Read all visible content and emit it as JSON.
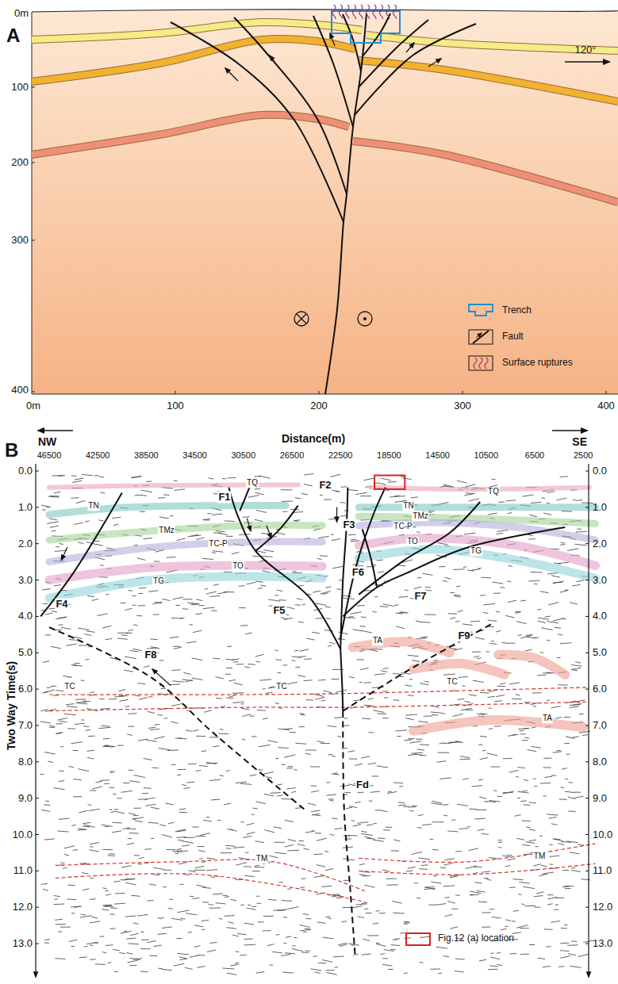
{
  "diagram": {
    "labels": [
      "A",
      "0m",
      "100",
      "200",
      "300",
      "400",
      "0m",
      "100",
      "200",
      "300",
      "400",
      "120°",
      "B",
      "NW",
      "Distance(m)",
      "SE",
      "46500",
      "42500",
      "38500",
      "34500",
      "30500",
      "26500",
      "22500",
      "18500",
      "14500",
      "10500",
      "6500",
      "2500",
      "0.0",
      "1.0",
      "2.0",
      "3.0",
      "4.0",
      "5.0",
      "6.0",
      "7.0",
      "8.0",
      "9.0",
      "10.0",
      "11.0",
      "12.0",
      "13.0",
      "0.0",
      "1.0",
      "2.0",
      "3.0",
      "4.0",
      "5.0",
      "6.0",
      "7.0",
      "8.0",
      "9.0",
      "10.0",
      "11.0",
      "12.0",
      "13.0",
      "Two Way Time(s)",
      "F1",
      "F2",
      "F3",
      "F4",
      "F5",
      "F6",
      "F7",
      "F8",
      "F9",
      "Fd",
      "TQ",
      "TQ",
      "TN",
      "TN",
      "TMz",
      "TMz",
      "TC-P",
      "TC-P",
      "TO",
      "TO",
      "TG",
      "TG",
      "TA",
      "TA",
      "TC",
      "TC",
      "TC",
      "TM",
      "TM"
    ],
    "legend": [
      {
        "text": "Trench"
      },
      {
        "text": "Fault"
      },
      {
        "text": "Surface ruptures"
      },
      {
        "text": "Fig.12 (a) location"
      }
    ]
  }
}
